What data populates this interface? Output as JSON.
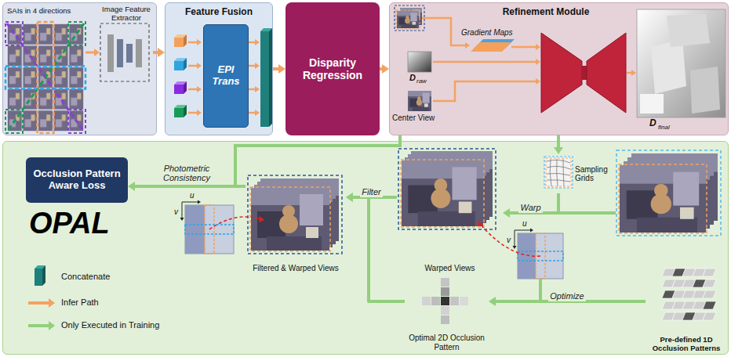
{
  "diagram": {
    "nodes": [
      {
        "text": [
          "SAIs in 4 directions"
        ]
      },
      {
        "text": [
          "Image Feature Extractor"
        ],
        "in": 0
      },
      {
        "text": [
          "Feature Fusion"
        ]
      },
      {
        "text": [
          "EPI Trans"
        ],
        "in": 2
      },
      {
        "text": [
          "Disparity Regression"
        ]
      },
      {
        "text": [
          "Refinement Module"
        ]
      },
      {
        "text": [
          "OPAL"
        ]
      },
      {
        "text": [
          "Occlusion Pattern Aware Loss"
        ],
        "in": 6
      },
      {
        "text": [
          "Filtered & Warped Views"
        ],
        "in": 6
      },
      {
        "text": [
          "Warped Views"
        ],
        "in": 6
      },
      {
        "text": [
          "Sampling Grids"
        ],
        "in": 6
      },
      {
        "text": [
          "Optimal 2D Occlusion Pattern"
        ],
        "in": 6
      },
      {
        "text": [
          "Pre-defined 1D Occlusion Patterns"
        ],
        "in": 6
      }
    ],
    "edges": [
      {
        "from": 1,
        "to": 2,
        "arrow": "to"
      },
      {
        "from": 2,
        "to": 4,
        "arrow": "to"
      },
      {
        "from": 4,
        "to": 5,
        "arrow": "to"
      },
      {
        "from": 5,
        "to": 10,
        "arrow": "to"
      },
      {
        "from": 10,
        "to": 9,
        "label": "Warp",
        "arrow": "to"
      },
      {
        "from": 9,
        "to": 8,
        "label": "Filter",
        "arrow": "to"
      },
      {
        "from": 11,
        "to": 8,
        "arrow": "to"
      },
      {
        "from": 12,
        "to": 11,
        "label": "Optimize",
        "arrow": "to"
      },
      {
        "from": 8,
        "to": 7,
        "label": "Photometric Consistency",
        "arrow": "to"
      }
    ],
    "labels": [
      "Gradient Maps",
      "D",
      "raw",
      "Center View",
      "D",
      "final",
      "u",
      "v",
      "u",
      "v"
    ],
    "legend": [
      {
        "text": "Concatenate",
        "color": "#1f7f7b"
      },
      {
        "text": "Infer Path"
      },
      {
        "text": "Only Executed in Training"
      }
    ]
  }
}
